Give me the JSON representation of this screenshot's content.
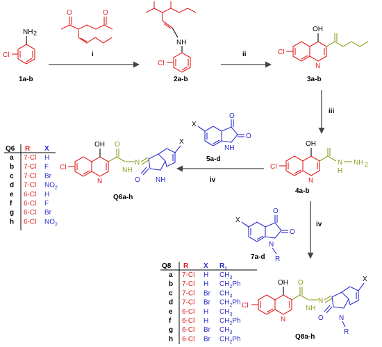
{
  "colors": {
    "red": "#e21b1b",
    "olive": "#8f9a1c",
    "blue": "#2c2ccc",
    "black": "#000000"
  },
  "atoms": {
    "NH2": "NH",
    "NH2_sub": "2",
    "NH": "NH",
    "Cl": "Cl",
    "OH": "OH",
    "N": "N",
    "O": "O",
    "X": "X",
    "R": "R",
    "H": "H",
    "N_HN": "N",
    "H_NH": "H",
    "NH_hyd": "NH"
  },
  "compounds": {
    "c1": "1a-b",
    "c2": "2a-b",
    "c3": "3a-b",
    "c4": "4a-b",
    "c5": "5a-d",
    "c7": "7a-d",
    "q6": "Q6a-h",
    "q8": "Q8a-h"
  },
  "steps": {
    "i": "i",
    "ii": "ii",
    "iii": "iii",
    "iv_a": "iv",
    "iv_b": "iv"
  },
  "table_q6": {
    "headers": [
      "Q6",
      "R",
      "X"
    ],
    "rows": [
      [
        "a",
        "7-Cl",
        "H"
      ],
      [
        "b",
        "7-Cl",
        "F"
      ],
      [
        "c",
        "7-Cl",
        "Br"
      ],
      [
        "d",
        "7-Cl",
        "NO2"
      ],
      [
        "e",
        "6-Cl",
        "H"
      ],
      [
        "f",
        "6-Cl",
        "F"
      ],
      [
        "g",
        "6-Cl",
        "Br"
      ],
      [
        "h",
        "6-Cl",
        "NO2"
      ]
    ]
  },
  "table_q8": {
    "headers": [
      "Q8",
      "R",
      "X",
      "R1"
    ],
    "rows": [
      [
        "a",
        "7-Cl",
        "H",
        "CH3"
      ],
      [
        "b",
        "7-Cl",
        "H",
        "CH2Ph"
      ],
      [
        "c",
        "7-Cl",
        "Br",
        "CH3"
      ],
      [
        "d",
        "7-Cl",
        "Br",
        "CH2Ph"
      ],
      [
        "e",
        "6-Cl",
        "H",
        "CH3"
      ],
      [
        "f",
        "6-Cl",
        "H",
        "CH2Ph"
      ],
      [
        "g",
        "6-Cl",
        "Br",
        "CH3"
      ],
      [
        "h",
        "6-Cl",
        "Br",
        "CH2Ph"
      ]
    ]
  }
}
